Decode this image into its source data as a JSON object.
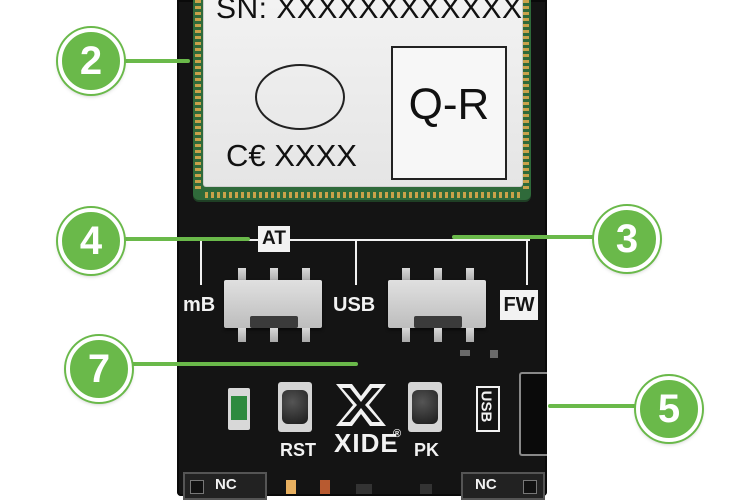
{
  "module": {
    "serial": "SN: XXXXXXXXXXXX",
    "ce_mark": "C€ XXXX",
    "qr_label": "Q-R"
  },
  "silkscreen": {
    "at": "AT",
    "mb": "mB",
    "usb_switch": "USB",
    "fw": "FW",
    "usb_port": "USB",
    "rst": "RST",
    "pk": "PK",
    "logo": "XIDE",
    "logo_mark": "®",
    "nc_left": "NC",
    "nc_right": "NC"
  },
  "callouts": {
    "c2": "2",
    "c3": "3",
    "c4": "4",
    "c5": "5",
    "c7": "7"
  },
  "colors": {
    "callout_green": "#6ab94a",
    "board_black": "#141414",
    "module_green": "#2f6a3a"
  }
}
